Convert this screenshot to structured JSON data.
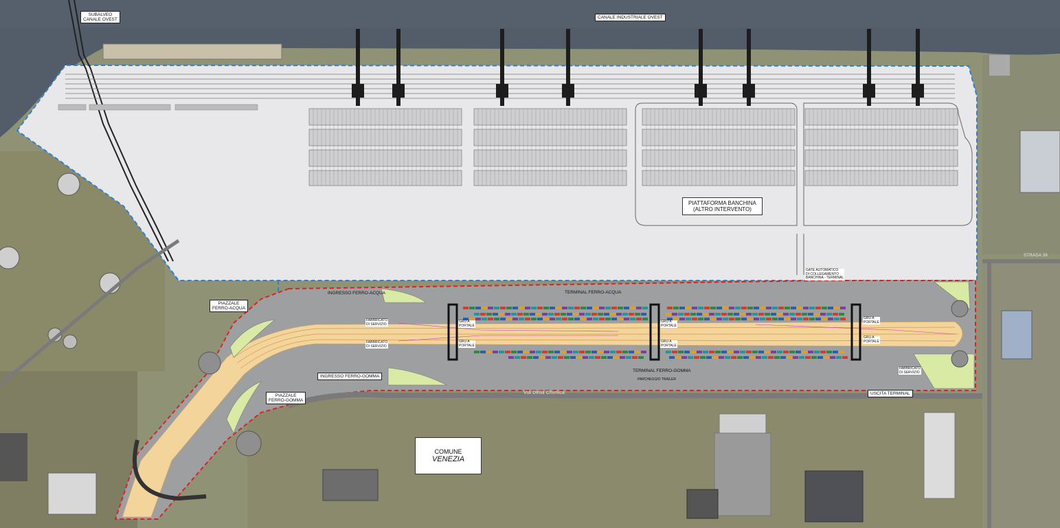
{
  "labels": {
    "subalveo": "SUBALVEO\nCANALE OVEST",
    "canale_industriale": "CANALE INDUSTRIALE OVEST",
    "piattaforma": "PIATTAFORMA BANCHINA\n(ALTRO INTERVENTO)",
    "gate_automatico": "GATE AUTOMATICO\nDI COLLEGAMENTO\nBANCHINA - TERMINAL",
    "piazzale_acqua": "PIAZZALE\nFERRO-ACQUA",
    "ingresso_acqua": "INGRESSO FERRO-ACQUA",
    "terminal_acqua": "TERMINAL FERRO-ACQUA",
    "fabbricato_1": "FABBRICATO\nDI SERVIZIO",
    "fabbricato_2": "FABBRICATO\nDI SERVIZIO",
    "fabbricato_3": "FABBRICATO\nDI SERVIZIO",
    "gru_1": "GRU A\nPORTALE",
    "gru_2": "GRU A\nPORTALE",
    "gru_3": "GRU A\nPORTALE",
    "gru_4": "GRU A\nPORTALE",
    "gru_5": "GRU A\nPORTALE",
    "gru_6": "GRU A\nPORTALE",
    "ingresso_gomma": "INGRESSO FERRO-GOMMA",
    "terminal_gomma": "TERMINAL FERRO-GOMMA",
    "parcheggio_trailer": "PARCHEGGIO TRAILER",
    "piazzale_gomma": "PIAZZALE\nFERRO-GOMMA",
    "uscita_terminal": "USCITA TERMINAL",
    "comune": "COMUNE",
    "venezia": "VENEZIA",
    "via_chimica": "Via Della Chimica",
    "strada_39": "STRADA 39"
  },
  "colors": {
    "water": "#4f5a68",
    "quay_platform": "#e6e6e8",
    "terminal_asphalt": "#9ea0a2",
    "rail_yard_fill": "#f5d7a0",
    "green_area": "#d8e8a6",
    "blue_boundary": "#2a7fd6",
    "red_boundary": "#e02020",
    "crane": "#1a1a1a"
  }
}
